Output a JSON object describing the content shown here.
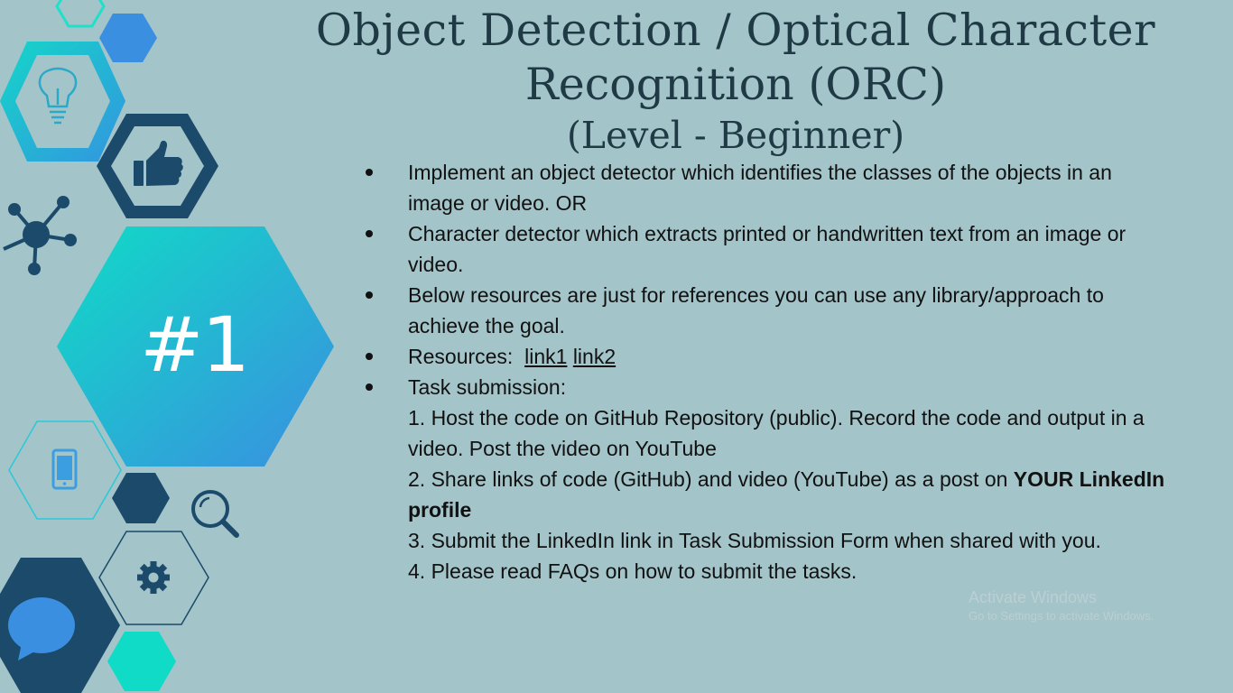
{
  "title": {
    "line1": "Object Detection / Optical Character",
    "line2": "Recognition (ORC)",
    "line3": "(Level - Beginner)"
  },
  "slide_number": "#1",
  "bullets": {
    "b1": "Implement an object detector which identifies the classes of the objects in an image or video. OR",
    "b2": "Character detector which extracts printed or handwritten text from an image or video.",
    "b3": "Below resources are just for references you can use any library/approach to achieve the goal.",
    "resources_label": "Resources:",
    "link1": "link1",
    "link2": "link2",
    "submission_label": "Task submission:",
    "step1": "1. Host the code on GitHub Repository (public). Record the code and output in a video. Post the video on YouTube",
    "step2_text": "2. Share links of code (GitHub) and video (YouTube) as a post on ",
    "step2_bold": "YOUR LinkedIn profile",
    "step3": "3. Submit the LinkedIn link in Task Submission Form when shared with you.",
    "step4": "4. Please read FAQs on how to submit the tasks."
  },
  "watermark": {
    "line1": "Activate Windows",
    "line2": "Go to Settings to activate Windows."
  },
  "icons": [
    "lightbulb-icon",
    "thumbs-up-icon",
    "network-icon",
    "smartphone-icon",
    "magnifier-icon",
    "gear-icon",
    "chat-bubble-icon"
  ],
  "colors": {
    "background": "#a3c4c9",
    "title_text": "#1f3a44",
    "navy": "#1b4a6b",
    "teal": "#10d8c8",
    "blue": "#3a8fe0"
  }
}
